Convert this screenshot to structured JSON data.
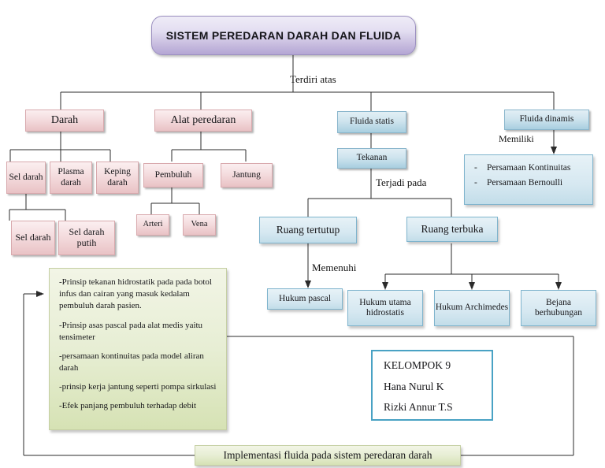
{
  "title": {
    "text": "SISTEM PEREDARAN DARAH DAN FLUIDA"
  },
  "connector_labels": {
    "terdiri_atas": "Terdiri atas",
    "memiliki": "Memiliki",
    "terjadi_pada": "Terjadi pada",
    "memenuhi": "Memenuhi"
  },
  "level2": [
    {
      "label": "Darah"
    },
    {
      "label": "Alat peredaran"
    },
    {
      "label": "Fluida statis"
    },
    {
      "label": "Fluida dinamis"
    }
  ],
  "darah_children": [
    {
      "label": "Sel darah"
    },
    {
      "label": "Plasma darah"
    },
    {
      "label": "Keping darah"
    }
  ],
  "sel_darah_children": [
    {
      "label": "Sel darah"
    },
    {
      "label": "Sel darah putih"
    }
  ],
  "alat_peredaran_children": [
    {
      "label": "Pembuluh"
    },
    {
      "label": "Jantung"
    }
  ],
  "pembuluh_children": [
    {
      "label": "Arteri"
    },
    {
      "label": "Vena"
    }
  ],
  "fluida_statis_child": {
    "label": "Tekanan"
  },
  "fluida_dinamis_list": {
    "items": [
      "Persamaan Kontinuitas",
      "Persamaan Bernoulli"
    ],
    "dash": "-"
  },
  "tekanan_children": [
    {
      "label": "Ruang tertutup"
    },
    {
      "label": "Ruang terbuka"
    }
  ],
  "ruang_tertutup_child": {
    "label": "Hukum pascal"
  },
  "ruang_terbuka_children": [
    {
      "label": "Hukum utama hidrostatis"
    },
    {
      "label": "Hukum Archimedes"
    },
    {
      "label": "Bejana berhubungan"
    }
  ],
  "notes": {
    "lines": [
      "-Prinsip tekanan hidrostatik pada pada botol infus dan cairan yang masuk kedalam pembuluh darah pasien.",
      "-Prinsip asas pascal pada alat medis yaitu tensimeter",
      "-persamaan kontinuitas pada model aliran darah",
      "-prinsip kerja jantung seperti pompa sirkulasi",
      "-Efek panjang pembuluh terhadap debit"
    ]
  },
  "group_box": {
    "lines": [
      "KELOMPOK 9",
      "Hana Nurul K",
      "Rizki Annur T.S"
    ]
  },
  "footer": {
    "label": "Implementasi fluida pada sistem peredaran darah"
  },
  "colors": {
    "title_fill": "#c9bee0",
    "rose_fill": "#f4dcde",
    "blue_fill": "#cfe4ee",
    "green_fill": "#e7eed4",
    "stroke": "#2b2b2b",
    "accent_blue": "#49a2c4"
  }
}
